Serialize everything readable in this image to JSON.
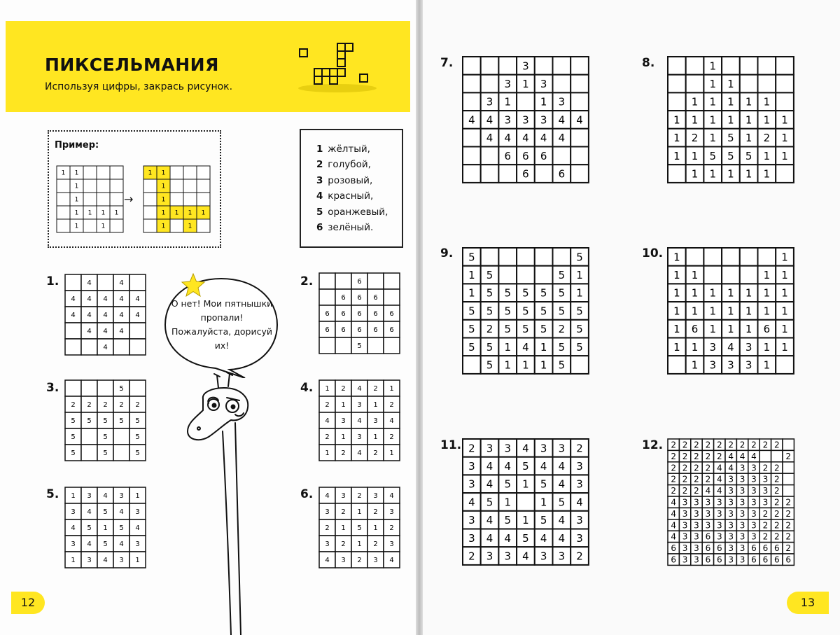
{
  "title": "ПИКСЕЛЬМАНИЯ",
  "subtitle": "Используя цифры, закрась рисунок.",
  "example": {
    "label": "Пример:",
    "arrow": "→",
    "accent": "#ffe621",
    "before": [
      [
        "1",
        "1",
        "",
        "",
        ""
      ],
      [
        "",
        "1",
        "",
        "",
        ""
      ],
      [
        "",
        "1",
        "",
        "",
        ""
      ],
      [
        "",
        "1",
        "1",
        "1",
        "1"
      ],
      [
        "",
        "1",
        "",
        "1",
        ""
      ]
    ],
    "after": [
      [
        "1",
        "1",
        "",
        "",
        ""
      ],
      [
        "",
        "1",
        "",
        "",
        ""
      ],
      [
        "",
        "1",
        "",
        "",
        ""
      ],
      [
        "",
        "1",
        "1",
        "1",
        "1"
      ],
      [
        "",
        "1",
        "",
        "1",
        ""
      ]
    ]
  },
  "legend": [
    {
      "num": "1",
      "name": "жёлтый,"
    },
    {
      "num": "2",
      "name": "голубой,"
    },
    {
      "num": "3",
      "name": "розовый,"
    },
    {
      "num": "4",
      "name": "красный,"
    },
    {
      "num": "5",
      "name": "оранжевый,"
    },
    {
      "num": "6",
      "name": "зелёный."
    }
  ],
  "bubble_text": "О нет! Мои пятнышки пропали! Пожалуйста, дорисуй их!",
  "page_numbers": {
    "left": "12",
    "right": "13"
  },
  "puzzles": [
    {
      "label": "1.",
      "grid": [
        [
          "",
          "4",
          "",
          "4",
          ""
        ],
        [
          "4",
          "4",
          "4",
          "4",
          "4"
        ],
        [
          "4",
          "4",
          "4",
          "4",
          "4"
        ],
        [
          "",
          "4",
          "4",
          "4",
          ""
        ],
        [
          "",
          "",
          "4",
          "",
          ""
        ]
      ]
    },
    {
      "label": "2.",
      "grid": [
        [
          "",
          "",
          "6",
          "",
          ""
        ],
        [
          "",
          "6",
          "6",
          "6",
          ""
        ],
        [
          "6",
          "6",
          "6",
          "6",
          "6"
        ],
        [
          "6",
          "6",
          "6",
          "6",
          "6"
        ],
        [
          "",
          "",
          "5",
          "",
          ""
        ]
      ]
    },
    {
      "label": "3.",
      "grid": [
        [
          "",
          "",
          "",
          "5",
          ""
        ],
        [
          "2",
          "2",
          "2",
          "2",
          "2"
        ],
        [
          "5",
          "5",
          "5",
          "5",
          "5"
        ],
        [
          "5",
          "",
          "5",
          "",
          "5"
        ],
        [
          "5",
          "",
          "5",
          "",
          "5"
        ]
      ]
    },
    {
      "label": "4.",
      "grid": [
        [
          "1",
          "2",
          "4",
          "2",
          "1"
        ],
        [
          "2",
          "1",
          "3",
          "1",
          "2"
        ],
        [
          "4",
          "3",
          "4",
          "3",
          "4"
        ],
        [
          "2",
          "1",
          "3",
          "1",
          "2"
        ],
        [
          "1",
          "2",
          "4",
          "2",
          "1"
        ]
      ]
    },
    {
      "label": "5.",
      "grid": [
        [
          "1",
          "3",
          "4",
          "3",
          "1"
        ],
        [
          "3",
          "4",
          "5",
          "4",
          "3"
        ],
        [
          "4",
          "5",
          "1",
          "5",
          "4"
        ],
        [
          "3",
          "4",
          "5",
          "4",
          "3"
        ],
        [
          "1",
          "3",
          "4",
          "3",
          "1"
        ]
      ]
    },
    {
      "label": "6.",
      "grid": [
        [
          "4",
          "3",
          "2",
          "3",
          "4"
        ],
        [
          "3",
          "2",
          "1",
          "2",
          "3"
        ],
        [
          "2",
          "1",
          "5",
          "1",
          "2"
        ],
        [
          "3",
          "2",
          "1",
          "2",
          "3"
        ],
        [
          "4",
          "3",
          "2",
          "3",
          "4"
        ]
      ]
    },
    {
      "label": "7.",
      "grid": [
        [
          "",
          "",
          "",
          "3",
          "",
          "",
          ""
        ],
        [
          "",
          "",
          "3",
          "1",
          "3",
          "",
          ""
        ],
        [
          "",
          "3",
          "1",
          "",
          "1",
          "3",
          ""
        ],
        [
          "4",
          "4",
          "3",
          "3",
          "3",
          "4",
          "4"
        ],
        [
          "",
          "4",
          "4",
          "4",
          "4",
          "4",
          ""
        ],
        [
          "",
          "",
          "6",
          "6",
          "6",
          "",
          ""
        ],
        [
          "",
          "",
          "",
          "6",
          "",
          "6",
          ""
        ]
      ]
    },
    {
      "label": "8.",
      "grid": [
        [
          "",
          "",
          "1",
          "",
          "",
          "",
          ""
        ],
        [
          "",
          "",
          "1",
          "1",
          "",
          "",
          ""
        ],
        [
          "",
          "1",
          "1",
          "1",
          "1",
          "1",
          ""
        ],
        [
          "1",
          "1",
          "1",
          "1",
          "1",
          "1",
          "1"
        ],
        [
          "1",
          "2",
          "1",
          "5",
          "1",
          "2",
          "1"
        ],
        [
          "1",
          "1",
          "5",
          "5",
          "5",
          "1",
          "1"
        ],
        [
          "",
          "1",
          "1",
          "1",
          "1",
          "1",
          ""
        ]
      ]
    },
    {
      "label": "9.",
      "grid": [
        [
          "5",
          "",
          "",
          "",
          "",
          "",
          "5"
        ],
        [
          "1",
          "5",
          "",
          "",
          "",
          "5",
          "1"
        ],
        [
          "1",
          "5",
          "5",
          "5",
          "5",
          "5",
          "1"
        ],
        [
          "5",
          "5",
          "5",
          "5",
          "5",
          "5",
          "5"
        ],
        [
          "5",
          "2",
          "5",
          "5",
          "5",
          "2",
          "5"
        ],
        [
          "5",
          "5",
          "1",
          "4",
          "1",
          "5",
          "5"
        ],
        [
          "",
          "5",
          "1",
          "1",
          "1",
          "5",
          ""
        ]
      ]
    },
    {
      "label": "10.",
      "grid": [
        [
          "1",
          "",
          "",
          "",
          "",
          "",
          "1"
        ],
        [
          "1",
          "1",
          "",
          "",
          "",
          "1",
          "1"
        ],
        [
          "1",
          "1",
          "1",
          "1",
          "1",
          "1",
          "1"
        ],
        [
          "1",
          "1",
          "1",
          "1",
          "1",
          "1",
          "1"
        ],
        [
          "1",
          "6",
          "1",
          "1",
          "1",
          "6",
          "1"
        ],
        [
          "1",
          "1",
          "3",
          "4",
          "3",
          "1",
          "1"
        ],
        [
          "",
          "1",
          "3",
          "3",
          "3",
          "1",
          ""
        ]
      ]
    },
    {
      "label": "11.",
      "grid": [
        [
          "2",
          "3",
          "3",
          "4",
          "3",
          "3",
          "2"
        ],
        [
          "3",
          "4",
          "4",
          "5",
          "4",
          "4",
          "3"
        ],
        [
          "3",
          "4",
          "5",
          "1",
          "5",
          "4",
          "3"
        ],
        [
          "4",
          "5",
          "1",
          "",
          "1",
          "5",
          "4"
        ],
        [
          "3",
          "4",
          "5",
          "1",
          "5",
          "4",
          "3"
        ],
        [
          "3",
          "4",
          "4",
          "5",
          "4",
          "4",
          "3"
        ],
        [
          "2",
          "3",
          "3",
          "4",
          "3",
          "3",
          "2"
        ]
      ]
    },
    {
      "label": "12.",
      "grid": [
        [
          "2",
          "2",
          "2",
          "2",
          "2",
          "2",
          "2",
          "2",
          "2",
          "2",
          ""
        ],
        [
          "2",
          "2",
          "2",
          "2",
          "2",
          "4",
          "4",
          "4",
          "",
          "",
          "2"
        ],
        [
          "2",
          "2",
          "2",
          "2",
          "4",
          "4",
          "3",
          "3",
          "2",
          "2",
          ""
        ],
        [
          "2",
          "2",
          "2",
          "2",
          "4",
          "3",
          "3",
          "3",
          "3",
          "2",
          ""
        ],
        [
          "2",
          "2",
          "2",
          "4",
          "4",
          "3",
          "3",
          "3",
          "3",
          "2",
          ""
        ],
        [
          "4",
          "3",
          "3",
          "3",
          "3",
          "3",
          "3",
          "3",
          "3",
          "2",
          "2"
        ],
        [
          "4",
          "3",
          "3",
          "3",
          "3",
          "3",
          "3",
          "3",
          "2",
          "2",
          "2"
        ],
        [
          "4",
          "3",
          "3",
          "3",
          "3",
          "3",
          "3",
          "3",
          "2",
          "2",
          "2"
        ],
        [
          "4",
          "3",
          "3",
          "6",
          "3",
          "3",
          "3",
          "3",
          "2",
          "2",
          "2"
        ],
        [
          "6",
          "3",
          "3",
          "6",
          "6",
          "3",
          "3",
          "6",
          "6",
          "6",
          "2"
        ],
        [
          "6",
          "3",
          "3",
          "6",
          "6",
          "3",
          "3",
          "6",
          "6",
          "6",
          "6"
        ]
      ]
    }
  ]
}
